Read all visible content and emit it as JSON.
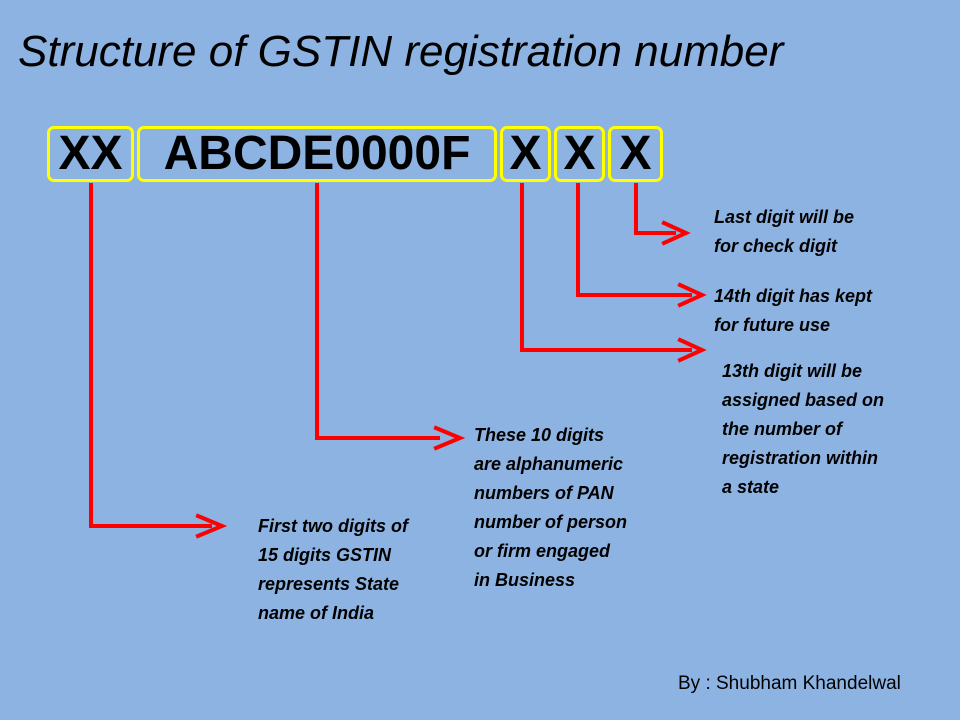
{
  "title": "Structure of GSTIN registration number",
  "segments": [
    {
      "id": "state",
      "text": "XX"
    },
    {
      "id": "pan",
      "text": "ABCDE0000F"
    },
    {
      "id": "registration",
      "text": "X"
    },
    {
      "id": "future",
      "text": "X"
    },
    {
      "id": "check",
      "text": "X"
    }
  ],
  "descriptions": {
    "state": [
      "First two digits of",
      "15 digits GSTIN",
      "represents State",
      "name of India"
    ],
    "pan": [
      "These 10 digits",
      "are alphanumeric",
      "numbers of PAN",
      "number of person",
      "or firm engaged",
      "in Business"
    ],
    "registration": [
      "13th digit will be",
      "assigned based on",
      "the number of",
      "registration within",
      "a state"
    ],
    "future": [
      "14th digit has kept",
      "for future use"
    ],
    "check": [
      "Last digit will be",
      "for check digit"
    ]
  },
  "byline": "By : Shubham Khandelwal",
  "colors": {
    "background": "#8db3e2",
    "box_border": "#ffff00",
    "arrow": "#ff0000"
  }
}
